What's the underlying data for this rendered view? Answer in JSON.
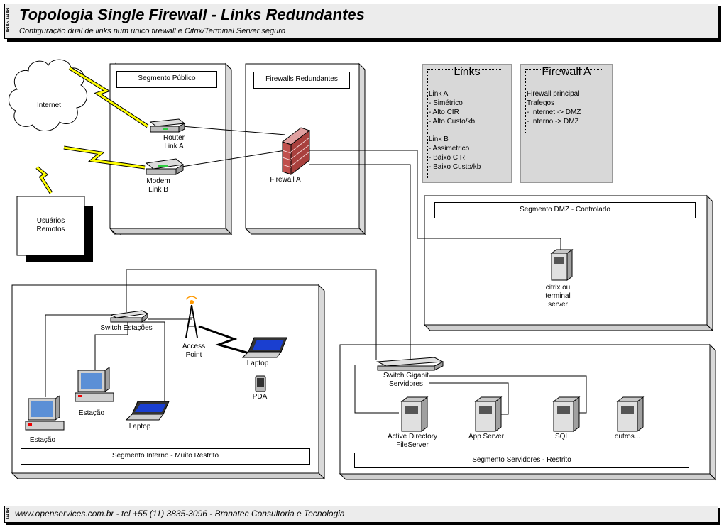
{
  "header": {
    "title": "Topologia Single Firewall - Links Redundantes",
    "subtitle": "Configuração dual de links num único firewall e Citrix/Terminal Server seguro"
  },
  "footer": {
    "text": "www.openservices.com.br  -  tel  +55 (11) 3835-3096 - Branatec Consultoria e Tecnologia"
  },
  "segments": {
    "publico": "Segmento Público",
    "firewalls": "Firewalls Redundantes",
    "dmz": "Segmento DMZ - Controlado",
    "interno": "Segmento Interno - Muito Restrito",
    "servidores": "Segmento Servidores - Restrito"
  },
  "nodes": {
    "internet": "Internet",
    "usuarios": [
      "Usuários",
      "Remotos"
    ],
    "router": [
      "Router",
      "Link A"
    ],
    "modem": [
      "Modem",
      "Link B"
    ],
    "firewall": "Firewall A",
    "citrix": [
      "citrix ou",
      "terminal",
      "server"
    ],
    "switch_estacoes": "Switch  Estações",
    "access_point": [
      "Access",
      "Point"
    ],
    "laptop_wireless": "Laptop",
    "pda": "PDA",
    "estacao_1": "Estação",
    "estacao_2": "Estação",
    "laptop_wired": "Laptop",
    "switch_gigabit": [
      "Switch Gigabit",
      "Servidores"
    ],
    "ad_server": [
      "Active Directory",
      "FileServer"
    ],
    "app_server": "App Server",
    "sql": "SQL",
    "outros": "outros..."
  },
  "notes": {
    "links": {
      "title": "Links",
      "lines": [
        "Link A",
        "- Simétrico",
        "- Alto CIR",
        "- Alto Custo/kb",
        "",
        "Link B",
        "- Assimetrico",
        "- Baixo CIR",
        "- Baixo Custo/kb"
      ]
    },
    "firewall": {
      "title": "Firewall   A",
      "lines": [
        "Firewall principal",
        "Trafegos",
        " - Internet -> DMZ",
        " - Interno -> DMZ"
      ]
    }
  },
  "colors": {
    "lightning": "#ffff00",
    "firewall_brick": "#c0504d",
    "note_bg": "#d8d8d8",
    "title_bg": "#ececec"
  }
}
